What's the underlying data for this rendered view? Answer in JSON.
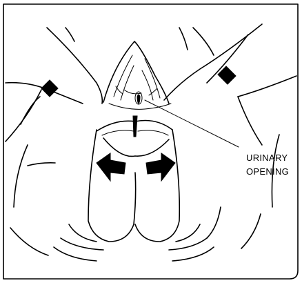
{
  "diagram": {
    "labels": [
      {
        "id": "urinary-opening",
        "lines": [
          "URINARY",
          "OPENING"
        ]
      }
    ],
    "colors": {
      "ink": "#000000",
      "background": "#ffffff"
    }
  }
}
